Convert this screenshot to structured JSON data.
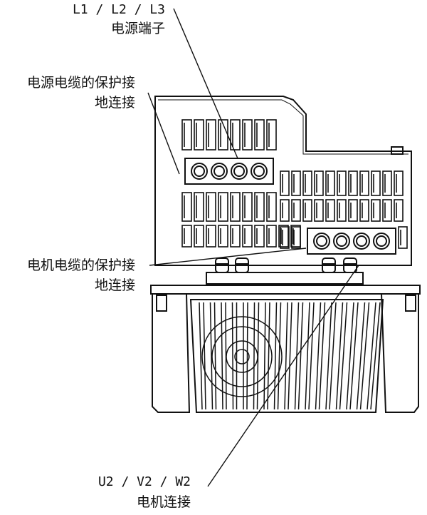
{
  "labels": {
    "mains_terminal": {
      "code": "L1 / L2 / L3",
      "text": "电源端子"
    },
    "mains_cable_ground": {
      "line1": "电源电缆的保护接",
      "line2": "地连接"
    },
    "motor_cable_ground": {
      "line1": "电机电缆的保护接",
      "line2": "地连接"
    },
    "motor_terminal": {
      "code": "U2 / V2 / W2",
      "text": "电机连接"
    }
  },
  "colors": {
    "line": "#111111",
    "background": "#ffffff"
  }
}
